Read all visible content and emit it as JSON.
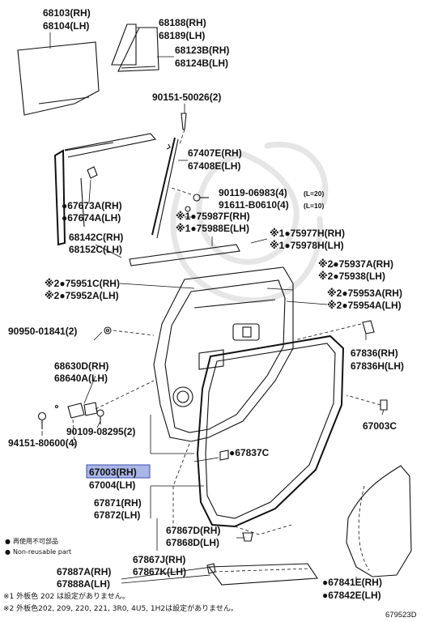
{
  "parts": {
    "p68103": "68103(RH)",
    "p68104": "68104(LH)",
    "p68188": "68188(RH)",
    "p68189": "68189(LH)",
    "p68123B": "68123B(RH)",
    "p68124B": "68124B(LH)",
    "p90151": "90151-50026(2)",
    "p67407E": "67407E(RH)",
    "p67408E": "67408E(LH)",
    "p90119": "90119-06983(4)",
    "p90119_note": "(L=20)",
    "p91611": "91611-B0610(4)",
    "p91611_note": "(L=10)",
    "p75987F": "75987F(RH)",
    "p75988E": "75988E(LH)",
    "p67673A": "67673A(RH)",
    "p67674A": "67674A(LH)",
    "p68142C": "68142C(RH)",
    "p68152C": "68152C(LH)",
    "p75977H": "75977H(RH)",
    "p75978H": "75978H(LH)",
    "p75937A": "75937A(RH)",
    "p75938": "75938(LH)",
    "p75951C": "75951C(RH)",
    "p75952A": "75952A(LH)",
    "p75953A": "75953A(RH)",
    "p75954A": "75954A(LH)",
    "p90950": "90950-01841(2)",
    "p67836R": "67836(RH)",
    "p67836H": "67836H(LH)",
    "p68630D": "68630D(RH)",
    "p68640A": "68640A(LH)",
    "p67003C": "67003C",
    "p90109": "90109-08295(2)",
    "p94151": "94151-80600(4)",
    "p67837C": "67837C",
    "p67003R": "67003(RH)",
    "p67004L": "67004(LH)",
    "p67871": "67871(RH)",
    "p67872": "67872(LH)",
    "p67867D": "67867D(RH)",
    "p67868D": "67868D(LH)",
    "p67887A": "67887A(RH)",
    "p67888A": "67888A(LH)",
    "p67867J": "67867J(RH)",
    "p67867K": "67867K(LH)",
    "p67841E": "67841E(RH)",
    "p67842E": "67842E(LH)"
  },
  "symbols": {
    "dot": "●",
    "mark1": "※1",
    "mark2": "※2"
  },
  "legend": {
    "jp": "再使用不可部品",
    "en": "Non-reusable part"
  },
  "footnotes": {
    "note1": "※1 外板色 202 は設定がありません。",
    "note2": "※2 外板色202, 209, 220, 221, 3R0, 4U5, 1H2は設定がありません。"
  },
  "diagram_code": "679523D"
}
